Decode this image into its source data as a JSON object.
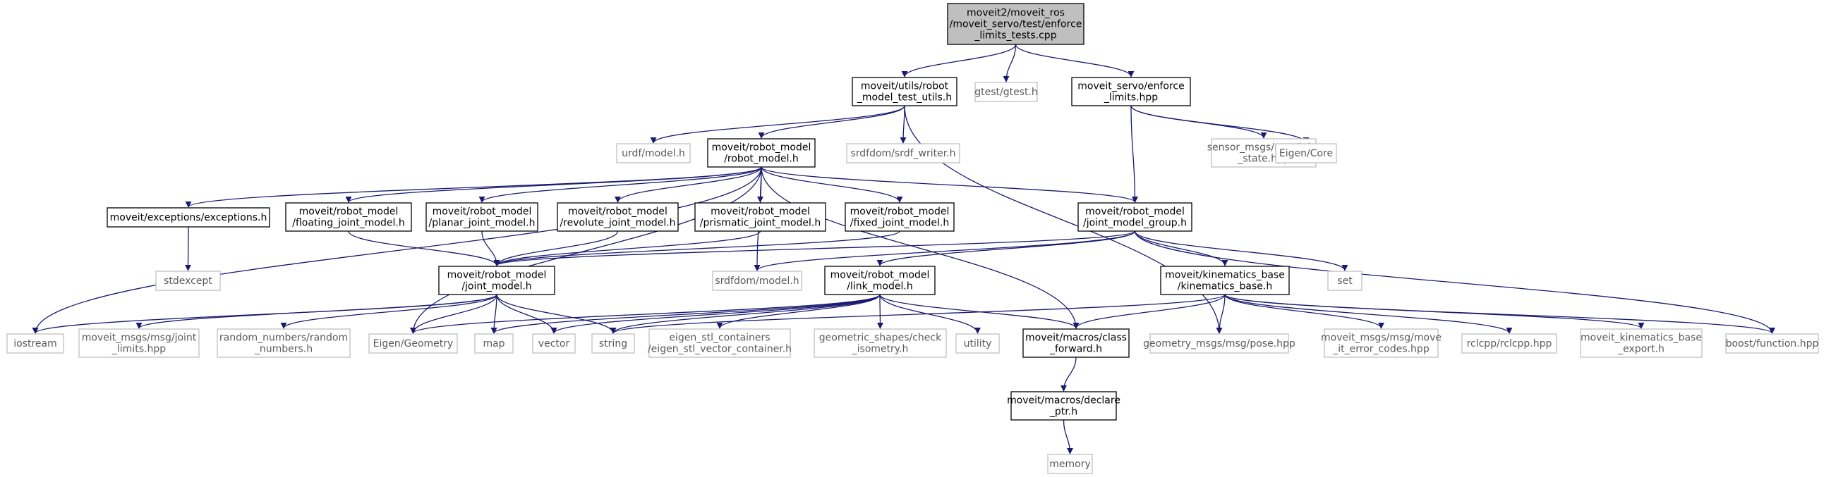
{
  "colors": {
    "edge": "#191970",
    "root_fill": "#bfbfbf",
    "node_border": "#000000",
    "external_border": "#bfbfbf",
    "background": "#ffffff"
  },
  "nodes": [
    {
      "id": "root",
      "label": [
        "moveit2/moveit_ros",
        "/moveit_servo/test/enforce",
        "_limits_tests.cpp"
      ],
      "kind": "root"
    },
    {
      "id": "robot_model_test_utils",
      "label": [
        "moveit/utils/robot",
        "_model_test_utils.h"
      ],
      "kind": "doc"
    },
    {
      "id": "gtest",
      "label": [
        "gtest/gtest.h"
      ],
      "kind": "external"
    },
    {
      "id": "enforce_limits",
      "label": [
        "moveit_servo/enforce",
        "_limits.hpp"
      ],
      "kind": "doc"
    },
    {
      "id": "urdf_model",
      "label": [
        "urdf/model.h"
      ],
      "kind": "external"
    },
    {
      "id": "robot_model",
      "label": [
        "moveit/robot_model",
        "/robot_model.h"
      ],
      "kind": "doc"
    },
    {
      "id": "srdf_writer",
      "label": [
        "srdfdom/srdf_writer.h"
      ],
      "kind": "external"
    },
    {
      "id": "joint_state",
      "label": [
        "sensor_msgs/msg/joint",
        "_state.hpp"
      ],
      "kind": "external"
    },
    {
      "id": "eigen_core",
      "label": [
        "Eigen/Core"
      ],
      "kind": "external"
    },
    {
      "id": "exceptions",
      "label": [
        "moveit/exceptions/exceptions.h"
      ],
      "kind": "doc"
    },
    {
      "id": "floating_joint",
      "label": [
        "moveit/robot_model",
        "/floating_joint_model.h"
      ],
      "kind": "doc"
    },
    {
      "id": "planar_joint",
      "label": [
        "moveit/robot_model",
        "/planar_joint_model.h"
      ],
      "kind": "doc"
    },
    {
      "id": "revolute_joint",
      "label": [
        "moveit/robot_model",
        "/revolute_joint_model.h"
      ],
      "kind": "doc"
    },
    {
      "id": "prismatic_joint",
      "label": [
        "moveit/robot_model",
        "/prismatic_joint_model.h"
      ],
      "kind": "doc"
    },
    {
      "id": "fixed_joint",
      "label": [
        "moveit/robot_model",
        "/fixed_joint_model.h"
      ],
      "kind": "doc"
    },
    {
      "id": "joint_model_group",
      "label": [
        "moveit/robot_model",
        "/joint_model_group.h"
      ],
      "kind": "doc"
    },
    {
      "id": "stdexcept",
      "label": [
        "stdexcept"
      ],
      "kind": "external"
    },
    {
      "id": "joint_model",
      "label": [
        "moveit/robot_model",
        "/joint_model.h"
      ],
      "kind": "doc"
    },
    {
      "id": "srdf_model",
      "label": [
        "srdfdom/model.h"
      ],
      "kind": "external"
    },
    {
      "id": "link_model",
      "label": [
        "moveit/robot_model",
        "/link_model.h"
      ],
      "kind": "doc"
    },
    {
      "id": "kinematics_base",
      "label": [
        "moveit/kinematics_base",
        "/kinematics_base.h"
      ],
      "kind": "doc"
    },
    {
      "id": "set",
      "label": [
        "set"
      ],
      "kind": "external"
    },
    {
      "id": "iostream",
      "label": [
        "iostream"
      ],
      "kind": "external"
    },
    {
      "id": "joint_limits",
      "label": [
        "moveit_msgs/msg/joint",
        "_limits.hpp"
      ],
      "kind": "external"
    },
    {
      "id": "random_numbers",
      "label": [
        "random_numbers/random",
        "_numbers.h"
      ],
      "kind": "external"
    },
    {
      "id": "eigen_geometry",
      "label": [
        "Eigen/Geometry"
      ],
      "kind": "external"
    },
    {
      "id": "map",
      "label": [
        "map"
      ],
      "kind": "external"
    },
    {
      "id": "vector",
      "label": [
        "vector"
      ],
      "kind": "external"
    },
    {
      "id": "string",
      "label": [
        "string"
      ],
      "kind": "external"
    },
    {
      "id": "eigen_stl",
      "label": [
        "eigen_stl_containers",
        "/eigen_stl_vector_container.h"
      ],
      "kind": "external"
    },
    {
      "id": "check_isometry",
      "label": [
        "geometric_shapes/check",
        "_isometry.h"
      ],
      "kind": "external"
    },
    {
      "id": "utility",
      "label": [
        "utility"
      ],
      "kind": "external"
    },
    {
      "id": "class_forward",
      "label": [
        "moveit/macros/class",
        "_forward.h"
      ],
      "kind": "doc"
    },
    {
      "id": "pose",
      "label": [
        "geometry_msgs/msg/pose.hpp"
      ],
      "kind": "external"
    },
    {
      "id": "move_it_error_codes",
      "label": [
        "moveit_msgs/msg/move",
        "_it_error_codes.hpp"
      ],
      "kind": "external"
    },
    {
      "id": "rclcpp",
      "label": [
        "rclcpp/rclcpp.hpp"
      ],
      "kind": "external"
    },
    {
      "id": "kinematics_base_export",
      "label": [
        "moveit_kinematics_base",
        "_export.h"
      ],
      "kind": "external"
    },
    {
      "id": "boost_function",
      "label": [
        "boost/function.hpp"
      ],
      "kind": "external"
    },
    {
      "id": "declare_ptr",
      "label": [
        "moveit/macros/declare",
        "_ptr.h"
      ],
      "kind": "doc"
    },
    {
      "id": "memory",
      "label": [
        "memory"
      ],
      "kind": "external"
    }
  ],
  "edges": [
    [
      "root",
      "robot_model_test_utils"
    ],
    [
      "root",
      "gtest"
    ],
    [
      "root",
      "enforce_limits"
    ],
    [
      "robot_model_test_utils",
      "urdf_model"
    ],
    [
      "robot_model_test_utils",
      "robot_model"
    ],
    [
      "robot_model_test_utils",
      "srdf_writer"
    ],
    [
      "robot_model_test_utils",
      "pose"
    ],
    [
      "enforce_limits",
      "joint_state"
    ],
    [
      "enforce_limits",
      "eigen_core"
    ],
    [
      "enforce_limits",
      "joint_model_group"
    ],
    [
      "robot_model",
      "exceptions"
    ],
    [
      "robot_model",
      "floating_joint"
    ],
    [
      "robot_model",
      "planar_joint"
    ],
    [
      "robot_model",
      "revolute_joint"
    ],
    [
      "robot_model",
      "prismatic_joint"
    ],
    [
      "robot_model",
      "fixed_joint"
    ],
    [
      "robot_model",
      "joint_model_group"
    ],
    [
      "robot_model",
      "iostream"
    ],
    [
      "robot_model",
      "eigen_geometry"
    ],
    [
      "robot_model",
      "srdf_model"
    ],
    [
      "robot_model",
      "class_forward"
    ],
    [
      "exceptions",
      "stdexcept"
    ],
    [
      "floating_joint",
      "joint_model"
    ],
    [
      "planar_joint",
      "joint_model"
    ],
    [
      "revolute_joint",
      "joint_model"
    ],
    [
      "prismatic_joint",
      "joint_model"
    ],
    [
      "fixed_joint",
      "joint_model"
    ],
    [
      "joint_model_group",
      "joint_model"
    ],
    [
      "joint_model_group",
      "link_model"
    ],
    [
      "joint_model_group",
      "kinematics_base"
    ],
    [
      "joint_model_group",
      "set"
    ],
    [
      "joint_model_group",
      "srdf_model"
    ],
    [
      "joint_model_group",
      "boost_function"
    ],
    [
      "joint_model",
      "iostream"
    ],
    [
      "joint_model",
      "joint_limits"
    ],
    [
      "joint_model",
      "random_numbers"
    ],
    [
      "joint_model",
      "eigen_geometry"
    ],
    [
      "joint_model",
      "map"
    ],
    [
      "joint_model",
      "vector"
    ],
    [
      "joint_model",
      "string"
    ],
    [
      "link_model",
      "eigen_geometry"
    ],
    [
      "link_model",
      "map"
    ],
    [
      "link_model",
      "vector"
    ],
    [
      "link_model",
      "string"
    ],
    [
      "link_model",
      "eigen_stl"
    ],
    [
      "link_model",
      "check_isometry"
    ],
    [
      "link_model",
      "utility"
    ],
    [
      "link_model",
      "class_forward"
    ],
    [
      "kinematics_base",
      "class_forward"
    ],
    [
      "kinematics_base",
      "pose"
    ],
    [
      "kinematics_base",
      "move_it_error_codes"
    ],
    [
      "kinematics_base",
      "rclcpp"
    ],
    [
      "kinematics_base",
      "kinematics_base_export"
    ],
    [
      "kinematics_base",
      "boost_function"
    ],
    [
      "kinematics_base",
      "string"
    ],
    [
      "class_forward",
      "declare_ptr"
    ],
    [
      "declare_ptr",
      "memory"
    ]
  ]
}
